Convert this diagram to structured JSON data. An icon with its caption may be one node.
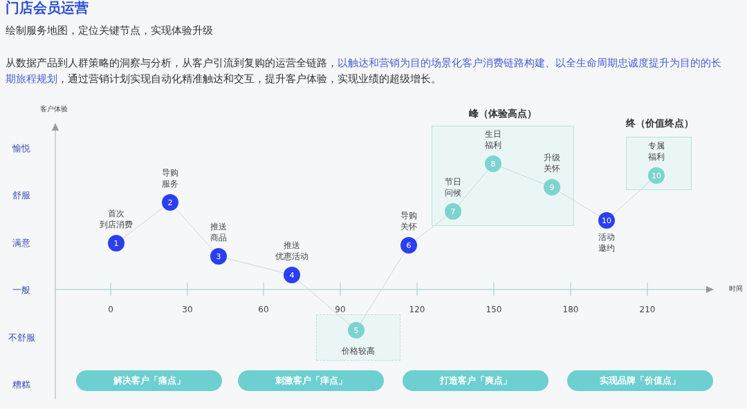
{
  "diagram": {
    "title": "门店会员运营",
    "nodes": [
      {
        "text": [
          "峰（体验高点）"
        ]
      },
      {
        "text": [
          "终（价值终点）"
        ]
      },
      {
        "text": [
          "价格较高"
        ]
      },
      {
        "text": [
          "1"
        ],
        "beside": [
          "首次到店消费"
        ]
      },
      {
        "text": [
          "2"
        ],
        "beside": [
          "导购服务"
        ]
      },
      {
        "text": [
          "3"
        ],
        "beside": [
          "推送商品"
        ]
      },
      {
        "text": [
          "4"
        ],
        "beside": [
          "推送优惠活动"
        ]
      },
      {
        "text": [
          "5"
        ],
        "in": 2
      },
      {
        "text": [
          "6"
        ],
        "beside": [
          "导购关怀"
        ]
      },
      {
        "text": [
          "7"
        ],
        "beside": [
          "节日问候"
        ],
        "in": 0
      },
      {
        "text": [
          "8"
        ],
        "beside": [
          "生日福利"
        ],
        "in": 0
      },
      {
        "text": [
          "9"
        ],
        "beside": [
          "升级关怀"
        ],
        "in": 0
      },
      {
        "text": [
          "10"
        ],
        "beside": [
          "活动邀约"
        ]
      },
      {
        "text": [
          "10"
        ],
        "beside": [
          "专属福利"
        ],
        "in": 1
      },
      {
        "text": [
          "解决客户「痛点」"
        ]
      },
      {
        "text": [
          "刺激客户「痒点」"
        ]
      },
      {
        "text": [
          "打造客户「爽点」"
        ]
      },
      {
        "text": [
          "实现品牌「价值点」"
        ]
      }
    ],
    "edges": [
      {
        "from": 3,
        "to": 4,
        "arrow": "none"
      },
      {
        "from": 4,
        "to": 5,
        "arrow": "none"
      },
      {
        "from": 5,
        "to": 6,
        "arrow": "none"
      },
      {
        "from": 6,
        "to": 7,
        "arrow": "none"
      },
      {
        "from": 7,
        "to": 8,
        "arrow": "none"
      },
      {
        "from": 8,
        "to": 9,
        "arrow": "none"
      },
      {
        "from": 9,
        "to": 10,
        "arrow": "none"
      },
      {
        "from": 10,
        "to": 11,
        "arrow": "none"
      },
      {
        "from": 11,
        "to": 12,
        "arrow": "none"
      },
      {
        "from": 12,
        "to": 13,
        "arrow": "none"
      }
    ],
    "labels": [
      "绘制服务地图，定位关键节点，实现体验升级",
      "从数据产品到人群策略的洞察与分析，从客户引流到复购的运营全链路，**以触达和营销为目的场景化客户消费链路构建、以全生命周期忠诚度提升为目的的长期旅程规划**，通过营销计划实现自动化精准触达和交互，提升客户体验，实现业绩的超级增长。",
      "客户体验",
      "愉悦",
      "舒服",
      "满意",
      "一般",
      "不舒服",
      "糟糕",
      "时间",
      "0",
      "30",
      "60",
      "90",
      "120",
      "150",
      "180",
      "210"
    ]
  }
}
